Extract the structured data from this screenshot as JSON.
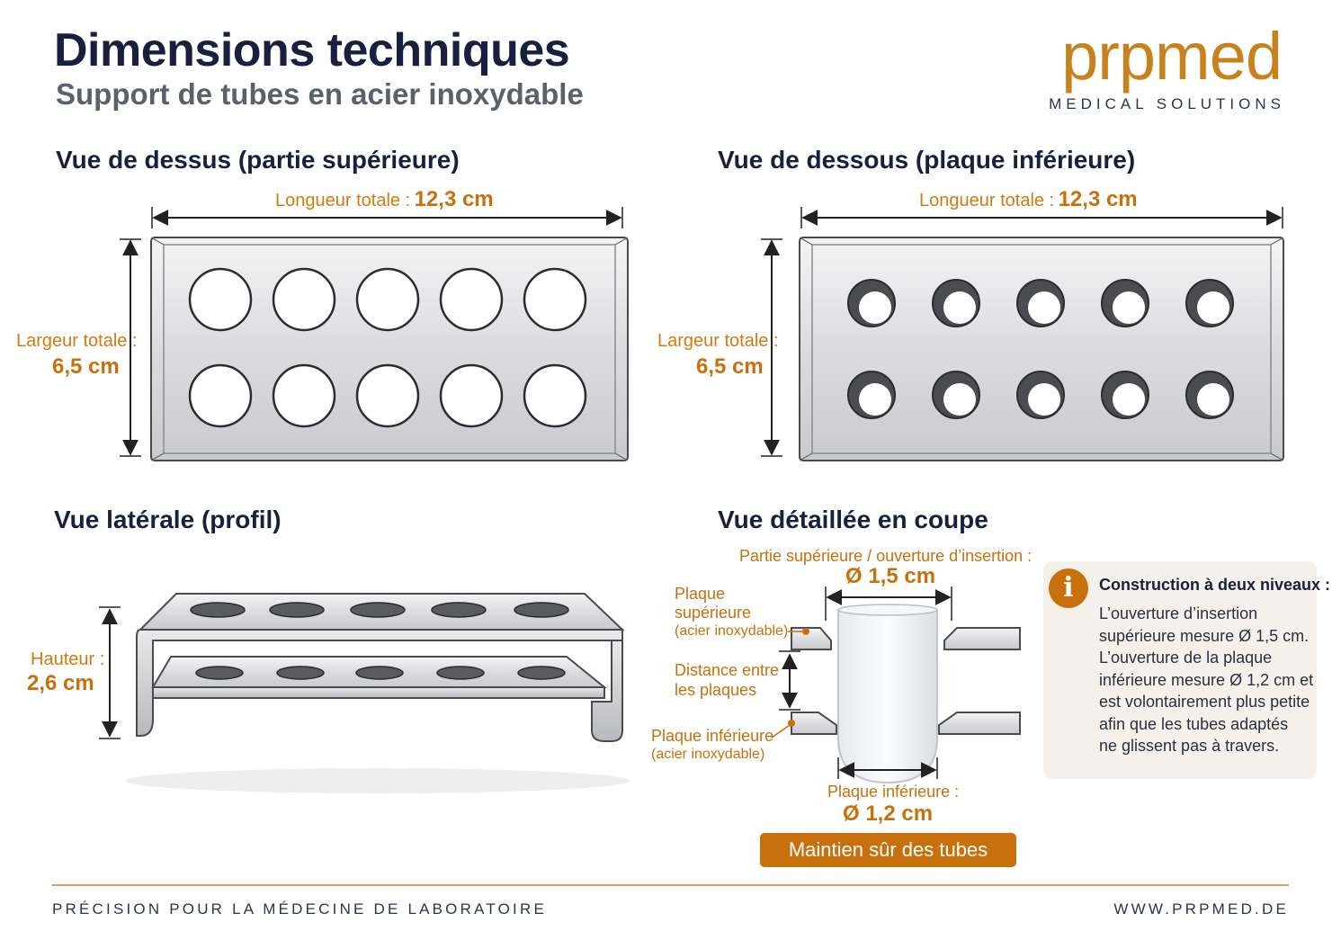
{
  "header": {
    "title": "Dimensions techniques",
    "subtitle": "Support de tubes en acier inoxydable",
    "brand": "prpmed",
    "brand_tagline": "MEDICAL SOLUTIONS"
  },
  "top_view": {
    "title": "Vue de dessus (partie supérieure)",
    "length_label": "Longueur totale :",
    "length_value": "12,3 cm",
    "width_label": "Largeur totale :",
    "width_value": "6,5 cm"
  },
  "bottom_view": {
    "title": "Vue de dessous (plaque inférieure)",
    "length_label": "Longueur totale :",
    "length_value": "12,3 cm",
    "width_label": "Largeur totale :",
    "width_value": "6,5 cm"
  },
  "side_view": {
    "title": "Vue latérale (profil)",
    "height_label": "Hauteur :",
    "height_value": "2,6 cm"
  },
  "section_view": {
    "title": "Vue détaillée en coupe",
    "top_opening_label": "Partie supérieure / ouverture d’insertion :",
    "top_opening_value": "Ø 1,5 cm",
    "upper_plate_label_1": "Plaque",
    "upper_plate_label_2": "supérieure",
    "upper_plate_note": "(acier inoxydable)",
    "distance_label_1": "Distance entre",
    "distance_label_2": "les plaques",
    "lower_plate_label": "Plaque inférieure",
    "lower_plate_note": "(acier inoxydable)",
    "bottom_opening_label": "Plaque inférieure :",
    "bottom_opening_value": "Ø 1,2 cm",
    "badge": "Maintien sûr des tubes"
  },
  "info_box": {
    "icon": "info-icon",
    "title": "Construction à deux niveaux :",
    "lines": [
      "L’ouverture d’insertion",
      "supérieure mesure Ø 1,5 cm.",
      "L’ouverture de la plaque",
      "inférieure mesure Ø 1,2 cm et",
      "est volontairement plus petite",
      "afin que les tubes adaptés",
      "ne glissent pas à travers."
    ]
  },
  "footer": {
    "left": "PRÉCISION POUR LA MÉDECINE DE LABORATOIRE",
    "right": "WWW.PRPMED.DE"
  },
  "colors": {
    "accent": "#c8700c",
    "navy": "#17213f",
    "steel": "#d9dadd"
  }
}
